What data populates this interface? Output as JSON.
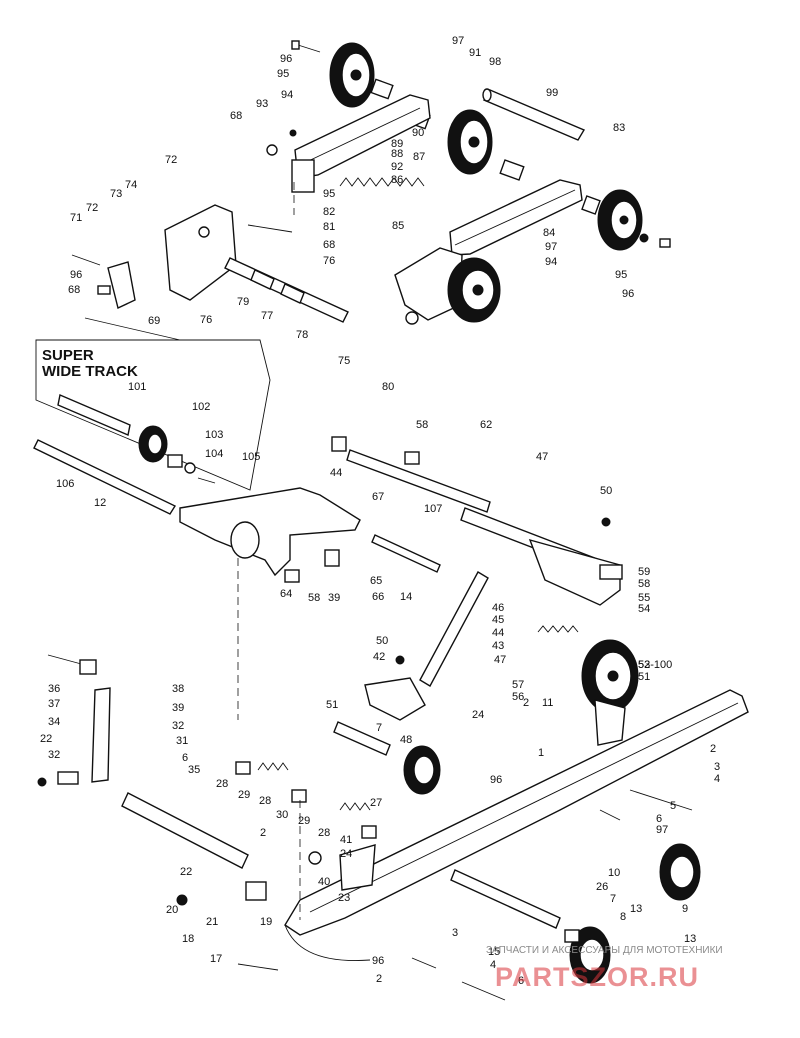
{
  "inset_box": {
    "title_line1": "SUPER",
    "title_line2": "WIDE TRACK"
  },
  "watermark": {
    "caption": "ЗАПЧАСТИ И АКСЕССУАРЫ ДЛЯ МОТОТЕХНИКИ",
    "logo": "PARTSZOR.RU"
  },
  "callouts": [
    "96",
    "95",
    "94",
    "97",
    "91",
    "98",
    "93",
    "68",
    "90",
    "89",
    "88",
    "87",
    "92",
    "86",
    "95",
    "82",
    "81",
    "68",
    "76",
    "72",
    "74",
    "73",
    "72",
    "71",
    "96",
    "68",
    "69",
    "76",
    "79",
    "77",
    "78",
    "75",
    "80",
    "85",
    "99",
    "83",
    "84",
    "97",
    "94",
    "95",
    "96",
    "101",
    "102",
    "103",
    "104",
    "105",
    "106",
    "12",
    "58",
    "62",
    "44",
    "67",
    "47",
    "50",
    "107",
    "64",
    "58",
    "39",
    "65",
    "66",
    "14",
    "59",
    "58",
    "55",
    "54",
    "46",
    "45",
    "44",
    "43",
    "47",
    "57",
    "56",
    "53",
    "52-100",
    "51",
    "50",
    "42",
    "36",
    "37",
    "34",
    "22",
    "32",
    "38",
    "39",
    "32",
    "31",
    "6",
    "35",
    "28",
    "29",
    "28",
    "30",
    "29",
    "28",
    "41",
    "27",
    "24",
    "2",
    "40",
    "51",
    "7",
    "48",
    "24",
    "2",
    "11",
    "1",
    "2",
    "3",
    "4",
    "5",
    "6",
    "97",
    "96",
    "10",
    "26",
    "23",
    "22",
    "20",
    "21",
    "19",
    "18",
    "17",
    "96",
    "2",
    "3",
    "15",
    "4",
    "6",
    "7",
    "13",
    "8",
    "9",
    "13"
  ]
}
